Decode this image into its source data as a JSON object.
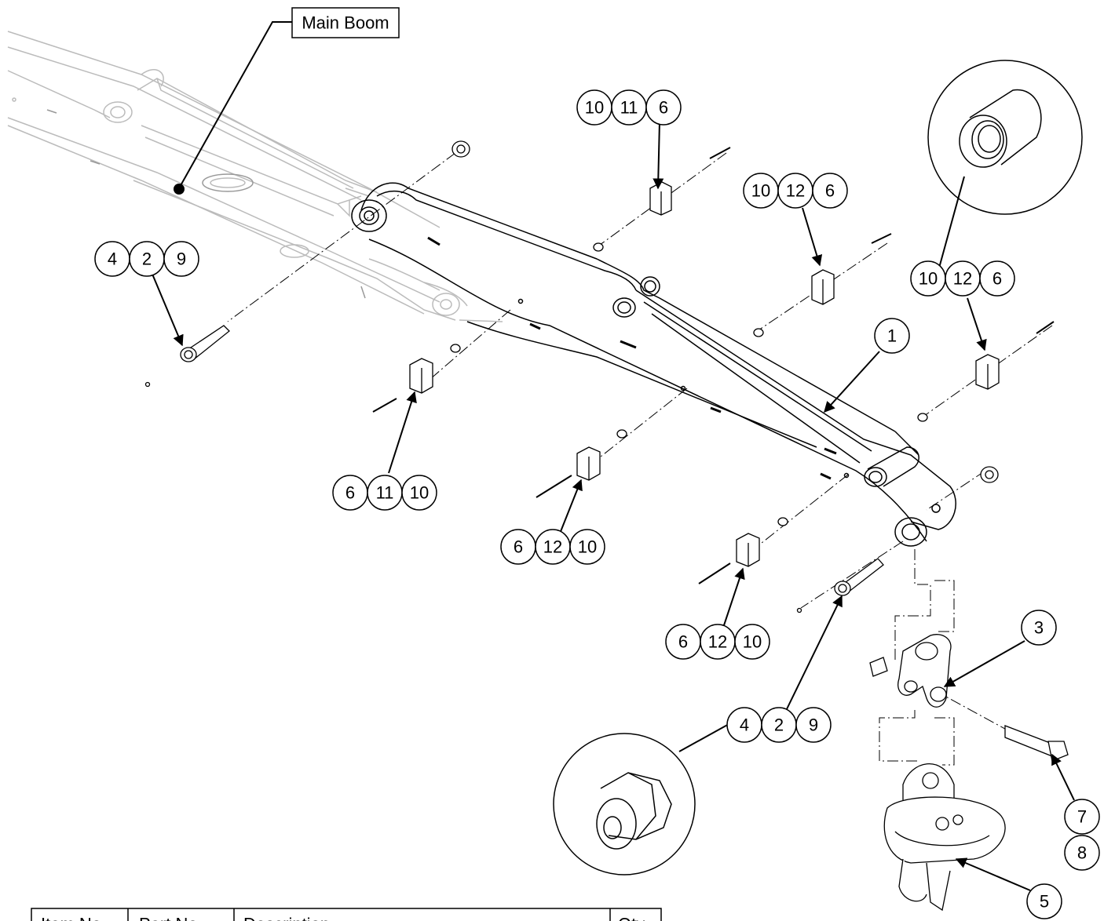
{
  "callout_label": "Main Boom",
  "balloons": [
    {
      "id": "b-10-11-6-top",
      "numbers": [
        "10",
        "11",
        "6"
      ]
    },
    {
      "id": "b-10-12-6-mid",
      "numbers": [
        "10",
        "12",
        "6"
      ]
    },
    {
      "id": "b-10-12-6-right",
      "numbers": [
        "10",
        "12",
        "6"
      ]
    },
    {
      "id": "b-4-2-9-left",
      "numbers": [
        "4",
        "2",
        "9"
      ]
    },
    {
      "id": "b-1",
      "numbers": [
        "1"
      ]
    },
    {
      "id": "b-6-11-10",
      "numbers": [
        "6",
        "11",
        "10"
      ]
    },
    {
      "id": "b-6-12-10-a",
      "numbers": [
        "6",
        "12",
        "10"
      ]
    },
    {
      "id": "b-6-12-10-b",
      "numbers": [
        "6",
        "12",
        "10"
      ]
    },
    {
      "id": "b-3",
      "numbers": [
        "3"
      ]
    },
    {
      "id": "b-4-2-9-bottom",
      "numbers": [
        "4",
        "2",
        "9"
      ]
    },
    {
      "id": "b-7",
      "numbers": [
        "7"
      ]
    },
    {
      "id": "b-8",
      "numbers": [
        "8"
      ]
    },
    {
      "id": "b-5",
      "numbers": [
        "5"
      ]
    }
  ],
  "table_headers": [
    "Item No.",
    "Part No.",
    "Description",
    "Qty."
  ]
}
